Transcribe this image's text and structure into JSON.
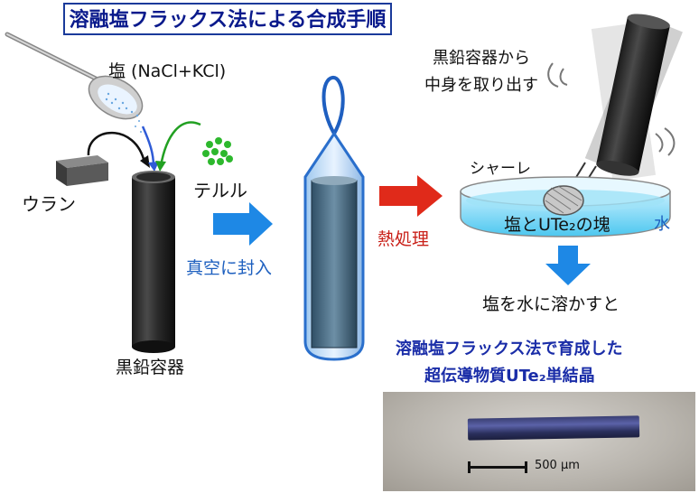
{
  "title": "溶融塩フラックス法による合成手順",
  "labels": {
    "salt": "塩 (NaCl+KCl)",
    "uranium": "ウラン",
    "tellurium": "テルル",
    "graphite_container": "黒鉛容器",
    "vacuum_seal": "真空に封入",
    "heat_treatment": "熱処理",
    "take_out": "黒鉛容器から\n中身を取り出す",
    "petri_dish": "シャーレ",
    "lump": "塩とUTe₂の塊",
    "water": "水",
    "dissolve": "塩を水に溶かすと"
  },
  "photo": {
    "caption_line1": "溶融塩フラックス法で育成した",
    "caption_line2": "超伝導物質UTe₂単結晶",
    "scale": "500 μm"
  },
  "colors": {
    "title_text": "#0a1a8c",
    "arrow_blue": "#1e88e5",
    "arrow_red": "#e02a1a",
    "tellurium_green": "#2db82d",
    "water": "#7fd6f2"
  }
}
